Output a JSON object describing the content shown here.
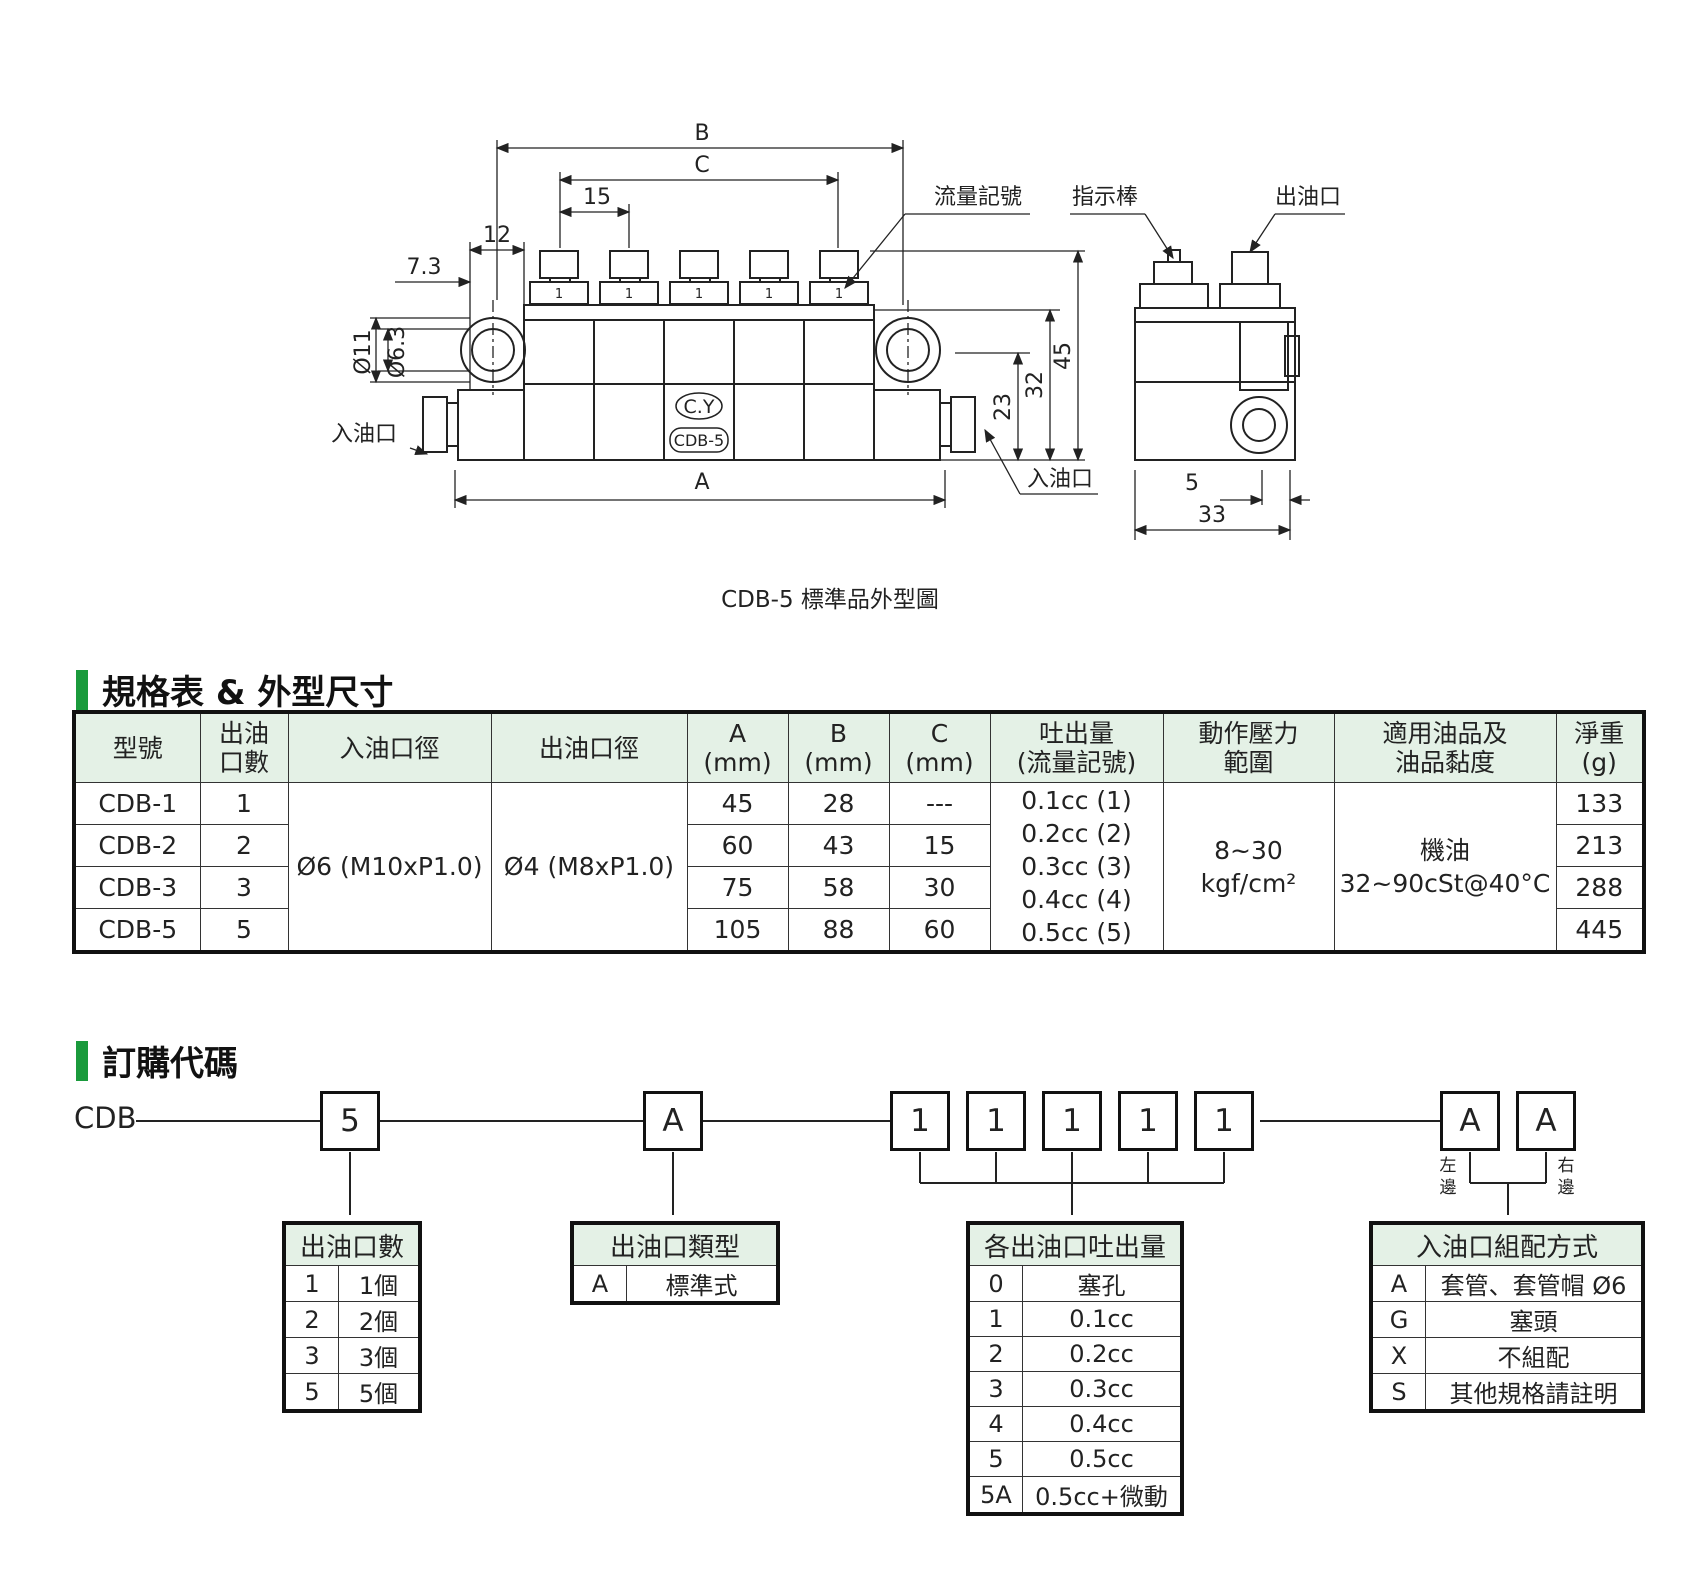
{
  "drawing": {
    "labels": {
      "B": "B",
      "C": "C",
      "A": "A",
      "d15": "15",
      "d12": "12",
      "d73": "7.3",
      "d11": "Ø11",
      "d63": "Ø6.3",
      "d23": "23",
      "d32": "32",
      "d45": "45",
      "d5": "5",
      "d33": "33",
      "flow_mark": "流量記號",
      "indicator": "指示棒",
      "outlet": "出油口",
      "inlet_left": "入油口",
      "inlet_right": "入油口",
      "brand": "C.Y",
      "model": "CDB-5",
      "port_number": "1"
    },
    "caption": "CDB-5 標準品外型圖"
  },
  "spec_section": {
    "title": "規格表 & 外型尺寸",
    "headers": [
      [
        "型號"
      ],
      [
        "出油",
        "口數"
      ],
      [
        "入油口徑"
      ],
      [
        "出油口徑"
      ],
      [
        "A",
        "(mm)"
      ],
      [
        "B",
        "(mm)"
      ],
      [
        "C",
        "(mm)"
      ],
      [
        "吐出量",
        "(流量記號)"
      ],
      [
        "動作壓力",
        "範圍"
      ],
      [
        "適用油品及",
        "油品黏度"
      ],
      [
        "淨重",
        "(g)"
      ]
    ],
    "rows": [
      {
        "model": "CDB-1",
        "outlets": "1",
        "A": "45",
        "B": "28",
        "C": "---",
        "weight": "133"
      },
      {
        "model": "CDB-2",
        "outlets": "2",
        "A": "60",
        "B": "43",
        "C": "15",
        "weight": "213"
      },
      {
        "model": "CDB-3",
        "outlets": "3",
        "A": "75",
        "B": "58",
        "C": "30",
        "weight": "288"
      },
      {
        "model": "CDB-5",
        "outlets": "5",
        "A": "105",
        "B": "88",
        "C": "60",
        "weight": "445"
      }
    ],
    "inlet_size": "Ø6 (M10xP1.0)",
    "outlet_size": "Ø4 (M8xP1.0)",
    "discharge": [
      "0.1cc (1)",
      "0.2cc (2)",
      "0.3cc (3)",
      "0.4cc (4)",
      "0.5cc (5)"
    ],
    "pressure": [
      "8~30",
      "kgf/cm²"
    ],
    "oil": [
      "機油",
      "32~90cSt@40°C"
    ]
  },
  "order_section": {
    "title": "訂購代碼",
    "prefix": "CDB",
    "codes": {
      "outlets": "5",
      "type": "A",
      "flows": [
        "1",
        "1",
        "1",
        "1",
        "1"
      ],
      "inlet_left": "A",
      "inlet_right": "A",
      "left_label": [
        "左",
        "邊"
      ],
      "right_label": [
        "右",
        "邊"
      ]
    },
    "tables": {
      "outlets": {
        "title": "出油口數",
        "rows": [
          [
            "1",
            "1個"
          ],
          [
            "2",
            "2個"
          ],
          [
            "3",
            "3個"
          ],
          [
            "5",
            "5個"
          ]
        ]
      },
      "type": {
        "title": "出油口類型",
        "rows": [
          [
            "A",
            "標準式"
          ]
        ]
      },
      "flow": {
        "title": "各出油口吐出量",
        "rows": [
          [
            "0",
            "塞孔"
          ],
          [
            "1",
            "0.1cc"
          ],
          [
            "2",
            "0.2cc"
          ],
          [
            "3",
            "0.3cc"
          ],
          [
            "4",
            "0.4cc"
          ],
          [
            "5",
            "0.5cc"
          ],
          [
            "5A",
            "0.5cc+微動"
          ]
        ]
      },
      "inlet": {
        "title": "入油口組配方式",
        "rows": [
          [
            "A",
            "套管、套管帽 Ø6"
          ],
          [
            "G",
            "塞頭"
          ],
          [
            "X",
            "不組配"
          ],
          [
            "S",
            "其他規格請註明"
          ]
        ]
      }
    }
  }
}
